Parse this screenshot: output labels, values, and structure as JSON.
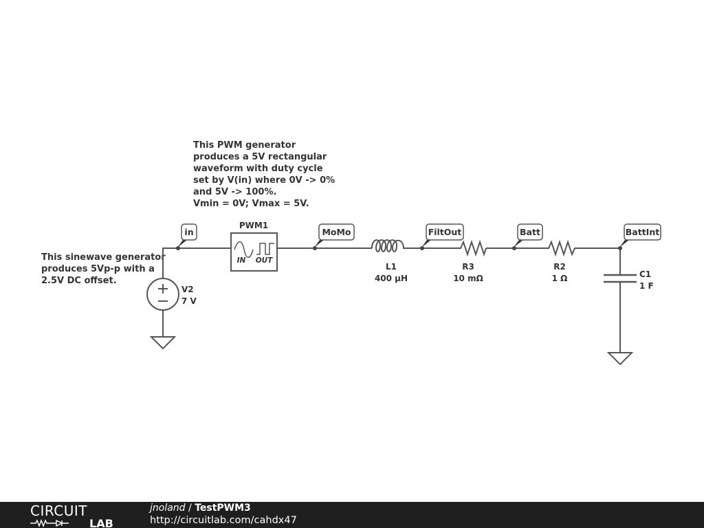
{
  "schematic": {
    "notes": {
      "pwm_lines": [
        "This PWM generator",
        "produces a 5V rectangular",
        "waveform with duty cycle",
        "set by V(in) where 0V -> 0%",
        "and 5V -> 100%.",
        "Vmin = 0V; Vmax = 5V."
      ],
      "sine_lines": [
        "This sinewave generator",
        "produces 5Vp-p with a",
        "2.5V DC offset."
      ]
    },
    "net_labels": [
      "in",
      "MoMo",
      "FiltOut",
      "Batt",
      "BattInt"
    ],
    "components": {
      "pwm": {
        "name": "PWM1",
        "in_label": "IN",
        "out_label": "OUT"
      },
      "v2": {
        "name": "V2",
        "value": "7 V",
        "plus": "+",
        "minus": "−"
      },
      "l1": {
        "name": "L1",
        "value": "400 µH"
      },
      "r3": {
        "name": "R3",
        "value": "10 mΩ"
      },
      "r2": {
        "name": "R2",
        "value": "1 Ω"
      },
      "c1": {
        "name": "C1",
        "value": "1 F"
      }
    }
  },
  "footer": {
    "logo_top": "CIRCUIT",
    "logo_bottom": "LAB",
    "user": "jnoland",
    "separator": " / ",
    "title": "TestPWM3",
    "url": "http://circuitlab.com/cahdx47"
  },
  "colors": {
    "wire": "#555555",
    "text": "#333333",
    "footer_bg": "#1f1f1f",
    "footer_text": "#ffffff"
  }
}
